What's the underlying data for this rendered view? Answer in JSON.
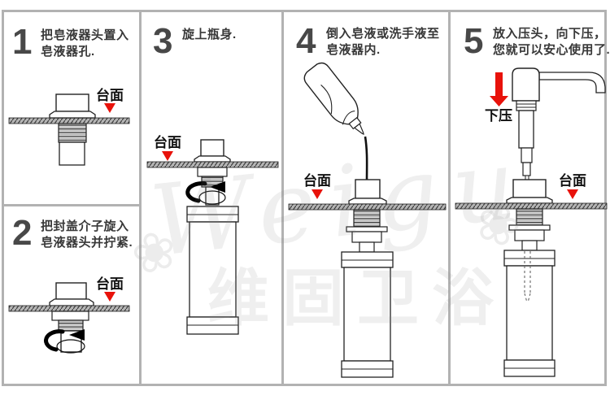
{
  "labels": {
    "countertop": "台面",
    "press_down": "下压"
  },
  "panels": [
    {
      "id": "step1",
      "number": "1",
      "lines": [
        "把皂液器头置入",
        "皂液器孔."
      ]
    },
    {
      "id": "step2",
      "number": "2",
      "lines": [
        "把封盖介子旋入",
        "皂液器头并拧紧."
      ]
    },
    {
      "id": "step3",
      "number": "3",
      "lines": [
        "旋上瓶身."
      ]
    },
    {
      "id": "step4",
      "number": "4",
      "lines": [
        "倒入皂液或洗手液至",
        "皂液器内."
      ]
    },
    {
      "id": "step5",
      "number": "5",
      "lines": [
        "放入压头，向下压，",
        "您就可以安心使用了."
      ]
    }
  ],
  "watermark": {
    "script": "Weigu",
    "chinese": "维固卫浴",
    "flower": "❀"
  },
  "colors": {
    "accent_red": "#e8120b",
    "frame_gray": "#b2b2b2",
    "ink": "#222222"
  }
}
